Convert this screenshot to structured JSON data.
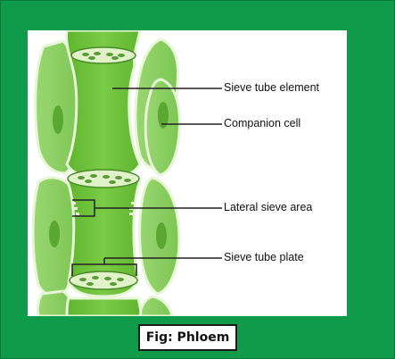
{
  "diagram": {
    "labels": {
      "sieve_tube_element": "Sieve tube element",
      "companion_cell": "Companion cell",
      "lateral_sieve_area": "Lateral sieve area",
      "sieve_tube_plate": "Sieve tube plate"
    },
    "caption": "Fig: Phloem",
    "colors": {
      "background": "#109b4a",
      "sieve_tube": "#6cc23a",
      "companion_cell": "#8fd06a",
      "wall": "#e8f6d8",
      "line": "#222222"
    }
  }
}
